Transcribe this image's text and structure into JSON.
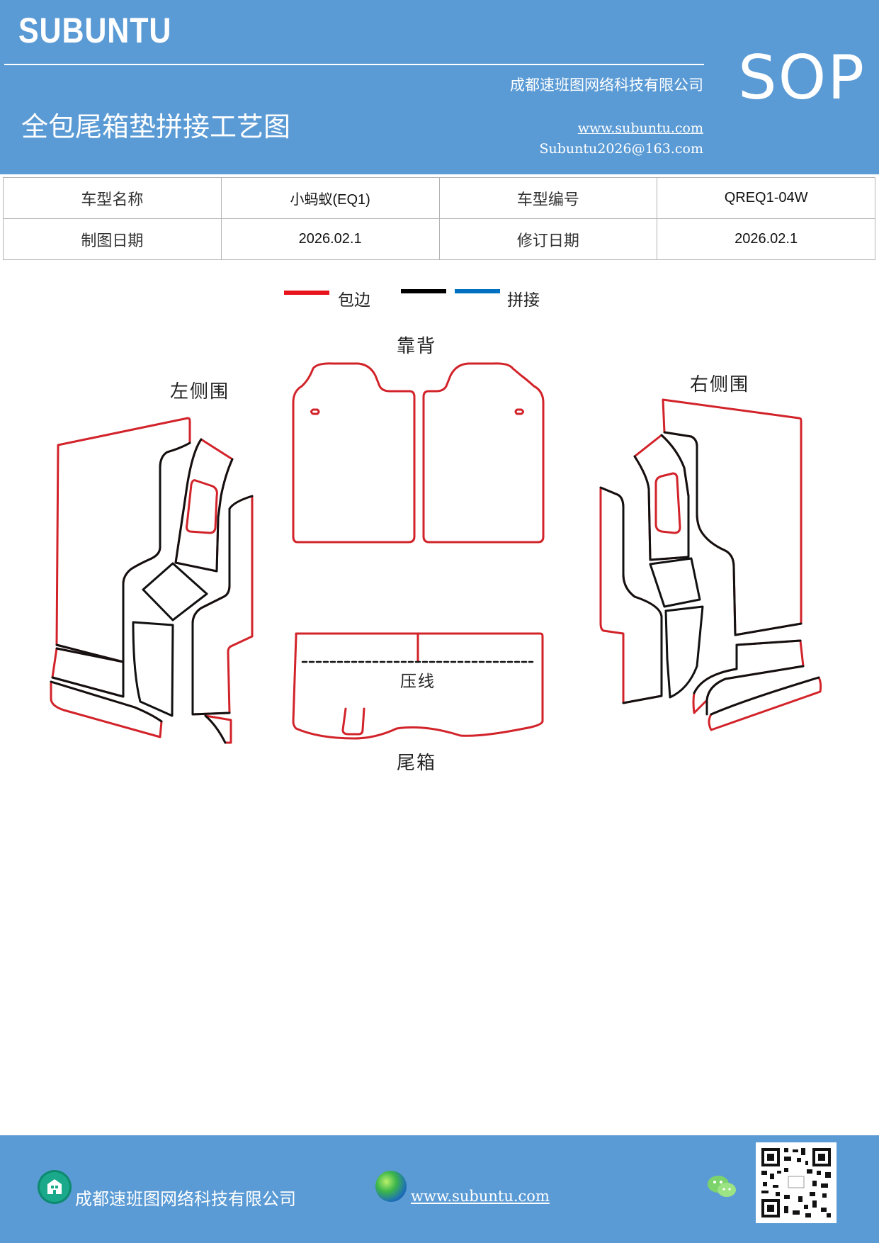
{
  "header": {
    "brand": "SUBUNTU",
    "company": "成都速班图网络科技有限公司",
    "title": "全包尾箱垫拼接工艺图",
    "url": "www.subuntu.com",
    "email": "Subuntu2026@163.com",
    "badge": "SOP",
    "background_color": "#5b9bd5"
  },
  "info_table": {
    "rows": [
      [
        "车型名称",
        "小蚂蚁(EQ1)",
        "车型编号",
        "QREQ1-04W"
      ],
      [
        "制图日期",
        "2026.02.1",
        "修订日期",
        "2026.02.1"
      ]
    ]
  },
  "legend": {
    "edge_label": "包边",
    "splice_label": "拼接",
    "edge_color": "#e8141c",
    "black_color": "#000000",
    "splice_color": "#0070c0"
  },
  "diagram": {
    "backrest_label": "靠背",
    "left_side_label": "左侧围",
    "right_side_label": "右侧围",
    "crease_label": "压线",
    "trunk_label": "尾箱",
    "edge_color": "#d2232a",
    "seam_color": "#111111"
  },
  "footer": {
    "company": "成都速班图网络科技有限公司",
    "url": "www.subuntu.com ",
    "home_icon": "building-icon",
    "globe_icon": "globe-icon",
    "wechat_icon": "wechat-icon",
    "qr_icon": "qr-code-icon"
  }
}
